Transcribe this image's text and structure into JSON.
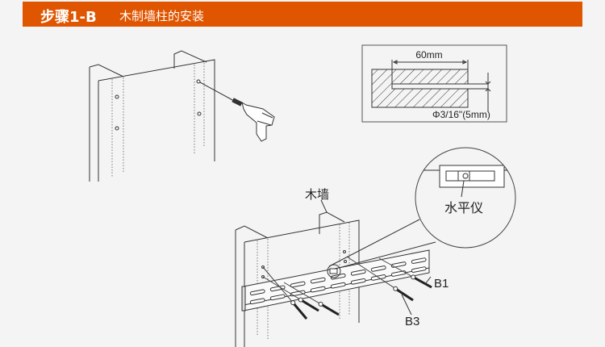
{
  "header": {
    "step": "步骤1-B",
    "title": "木制墙柱的安装",
    "bg_color": "#e05500"
  },
  "inset": {
    "length_label": "60mm",
    "diameter_label": "Φ3/16\"(5mm)"
  },
  "labels": {
    "wood_wall": "木墙",
    "level": "水平仪",
    "b1": "B1",
    "b3": "B3"
  }
}
